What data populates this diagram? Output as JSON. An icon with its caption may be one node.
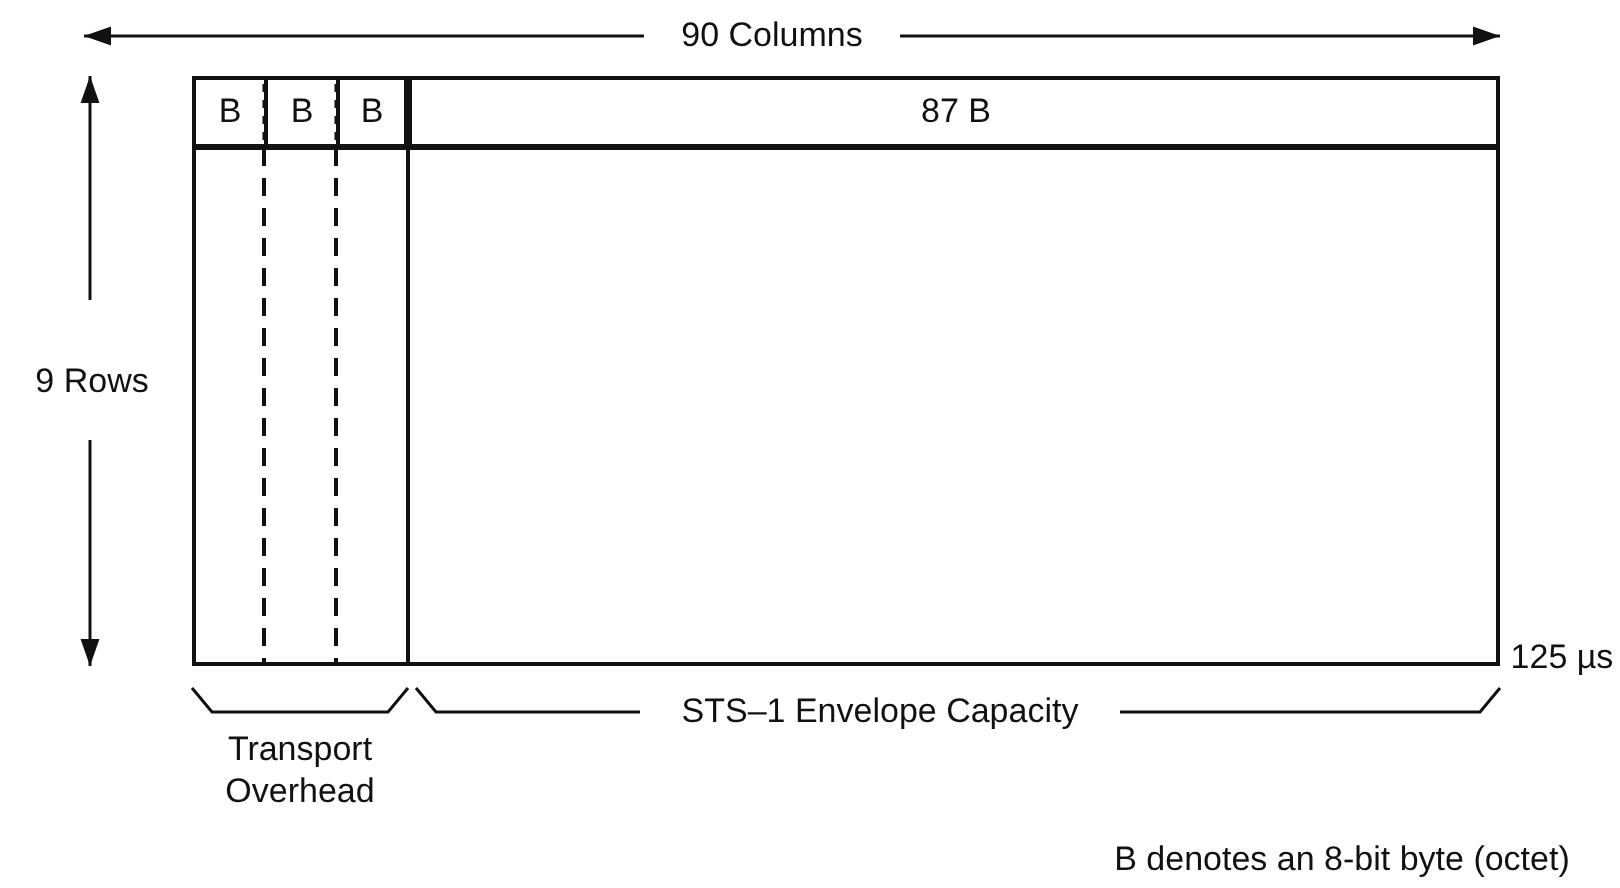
{
  "diagram": {
    "nodes": [
      {
        "text": [],
        "shape": "box"
      },
      {
        "text": [
          "B"
        ],
        "in": 0
      },
      {
        "text": [
          "B"
        ],
        "in": 0
      },
      {
        "text": [
          "B"
        ],
        "in": 0
      },
      {
        "text": [
          "87 B"
        ],
        "in": 0
      }
    ],
    "labels": [
      "90 Columns",
      "9 Rows",
      "125 µs",
      "Transport Overhead",
      "STS–1 Envelope Capacity",
      "B denotes an 8-bit byte (octet)"
    ]
  }
}
